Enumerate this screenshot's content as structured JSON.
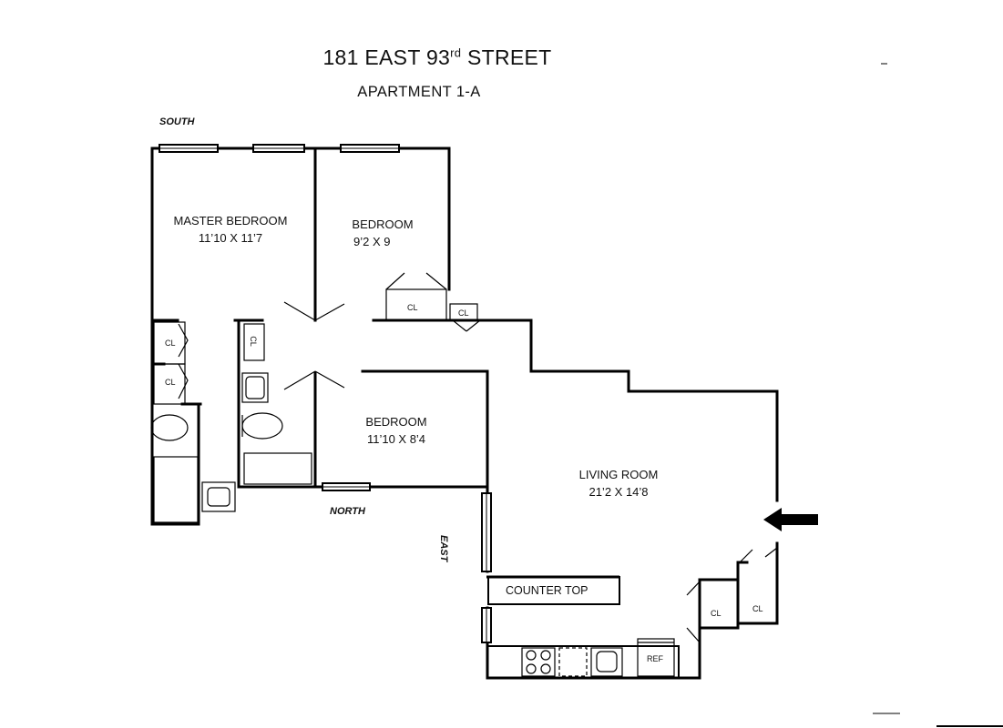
{
  "header": {
    "title_main": "181 EAST 93",
    "title_sup": "rd",
    "title_end": " STREET",
    "subtitle": "APARTMENT 1-A"
  },
  "directions": {
    "south": "SOUTH",
    "north": "NORTH",
    "east": "EAST"
  },
  "rooms": {
    "master_bedroom": {
      "name": "MASTER BEDROOM",
      "dims": "11’10 X 11’7"
    },
    "bedroom_1": {
      "name": "BEDROOM",
      "dims": "9’2 X 9"
    },
    "bedroom_2": {
      "name": "BEDROOM",
      "dims": "11’10 X 8’4"
    },
    "living_room": {
      "name": "LIVING ROOM",
      "dims": "21’2 X 14’8"
    }
  },
  "fixtures": {
    "counter_top": "COUNTER TOP",
    "ref": "REF",
    "closet": "CL"
  }
}
